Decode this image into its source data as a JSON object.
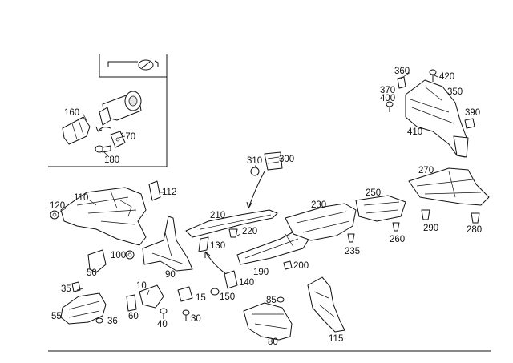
{
  "labels": [
    {
      "text": "160"
    },
    {
      "text": "170"
    },
    {
      "text": "180"
    },
    {
      "text": "310"
    },
    {
      "text": "300"
    },
    {
      "text": "360"
    },
    {
      "text": "420"
    },
    {
      "text": "370"
    },
    {
      "text": "400"
    },
    {
      "text": "350"
    },
    {
      "text": "390"
    },
    {
      "text": "410"
    },
    {
      "text": "120"
    },
    {
      "text": "110"
    },
    {
      "text": "112"
    },
    {
      "text": "270"
    },
    {
      "text": "250"
    },
    {
      "text": "230"
    },
    {
      "text": "210"
    },
    {
      "text": "220"
    },
    {
      "text": "290"
    },
    {
      "text": "260"
    },
    {
      "text": "280"
    },
    {
      "text": "235"
    },
    {
      "text": "130"
    },
    {
      "text": "100"
    },
    {
      "text": "50"
    },
    {
      "text": "90"
    },
    {
      "text": "190"
    },
    {
      "text": "200"
    },
    {
      "text": "140"
    },
    {
      "text": "35"
    },
    {
      "text": "10"
    },
    {
      "text": "15"
    },
    {
      "text": "150"
    },
    {
      "text": "85"
    },
    {
      "text": "55"
    },
    {
      "text": "60"
    },
    {
      "text": "36"
    },
    {
      "text": "40"
    },
    {
      "text": "30"
    },
    {
      "text": "80"
    },
    {
      "text": "115"
    }
  ]
}
